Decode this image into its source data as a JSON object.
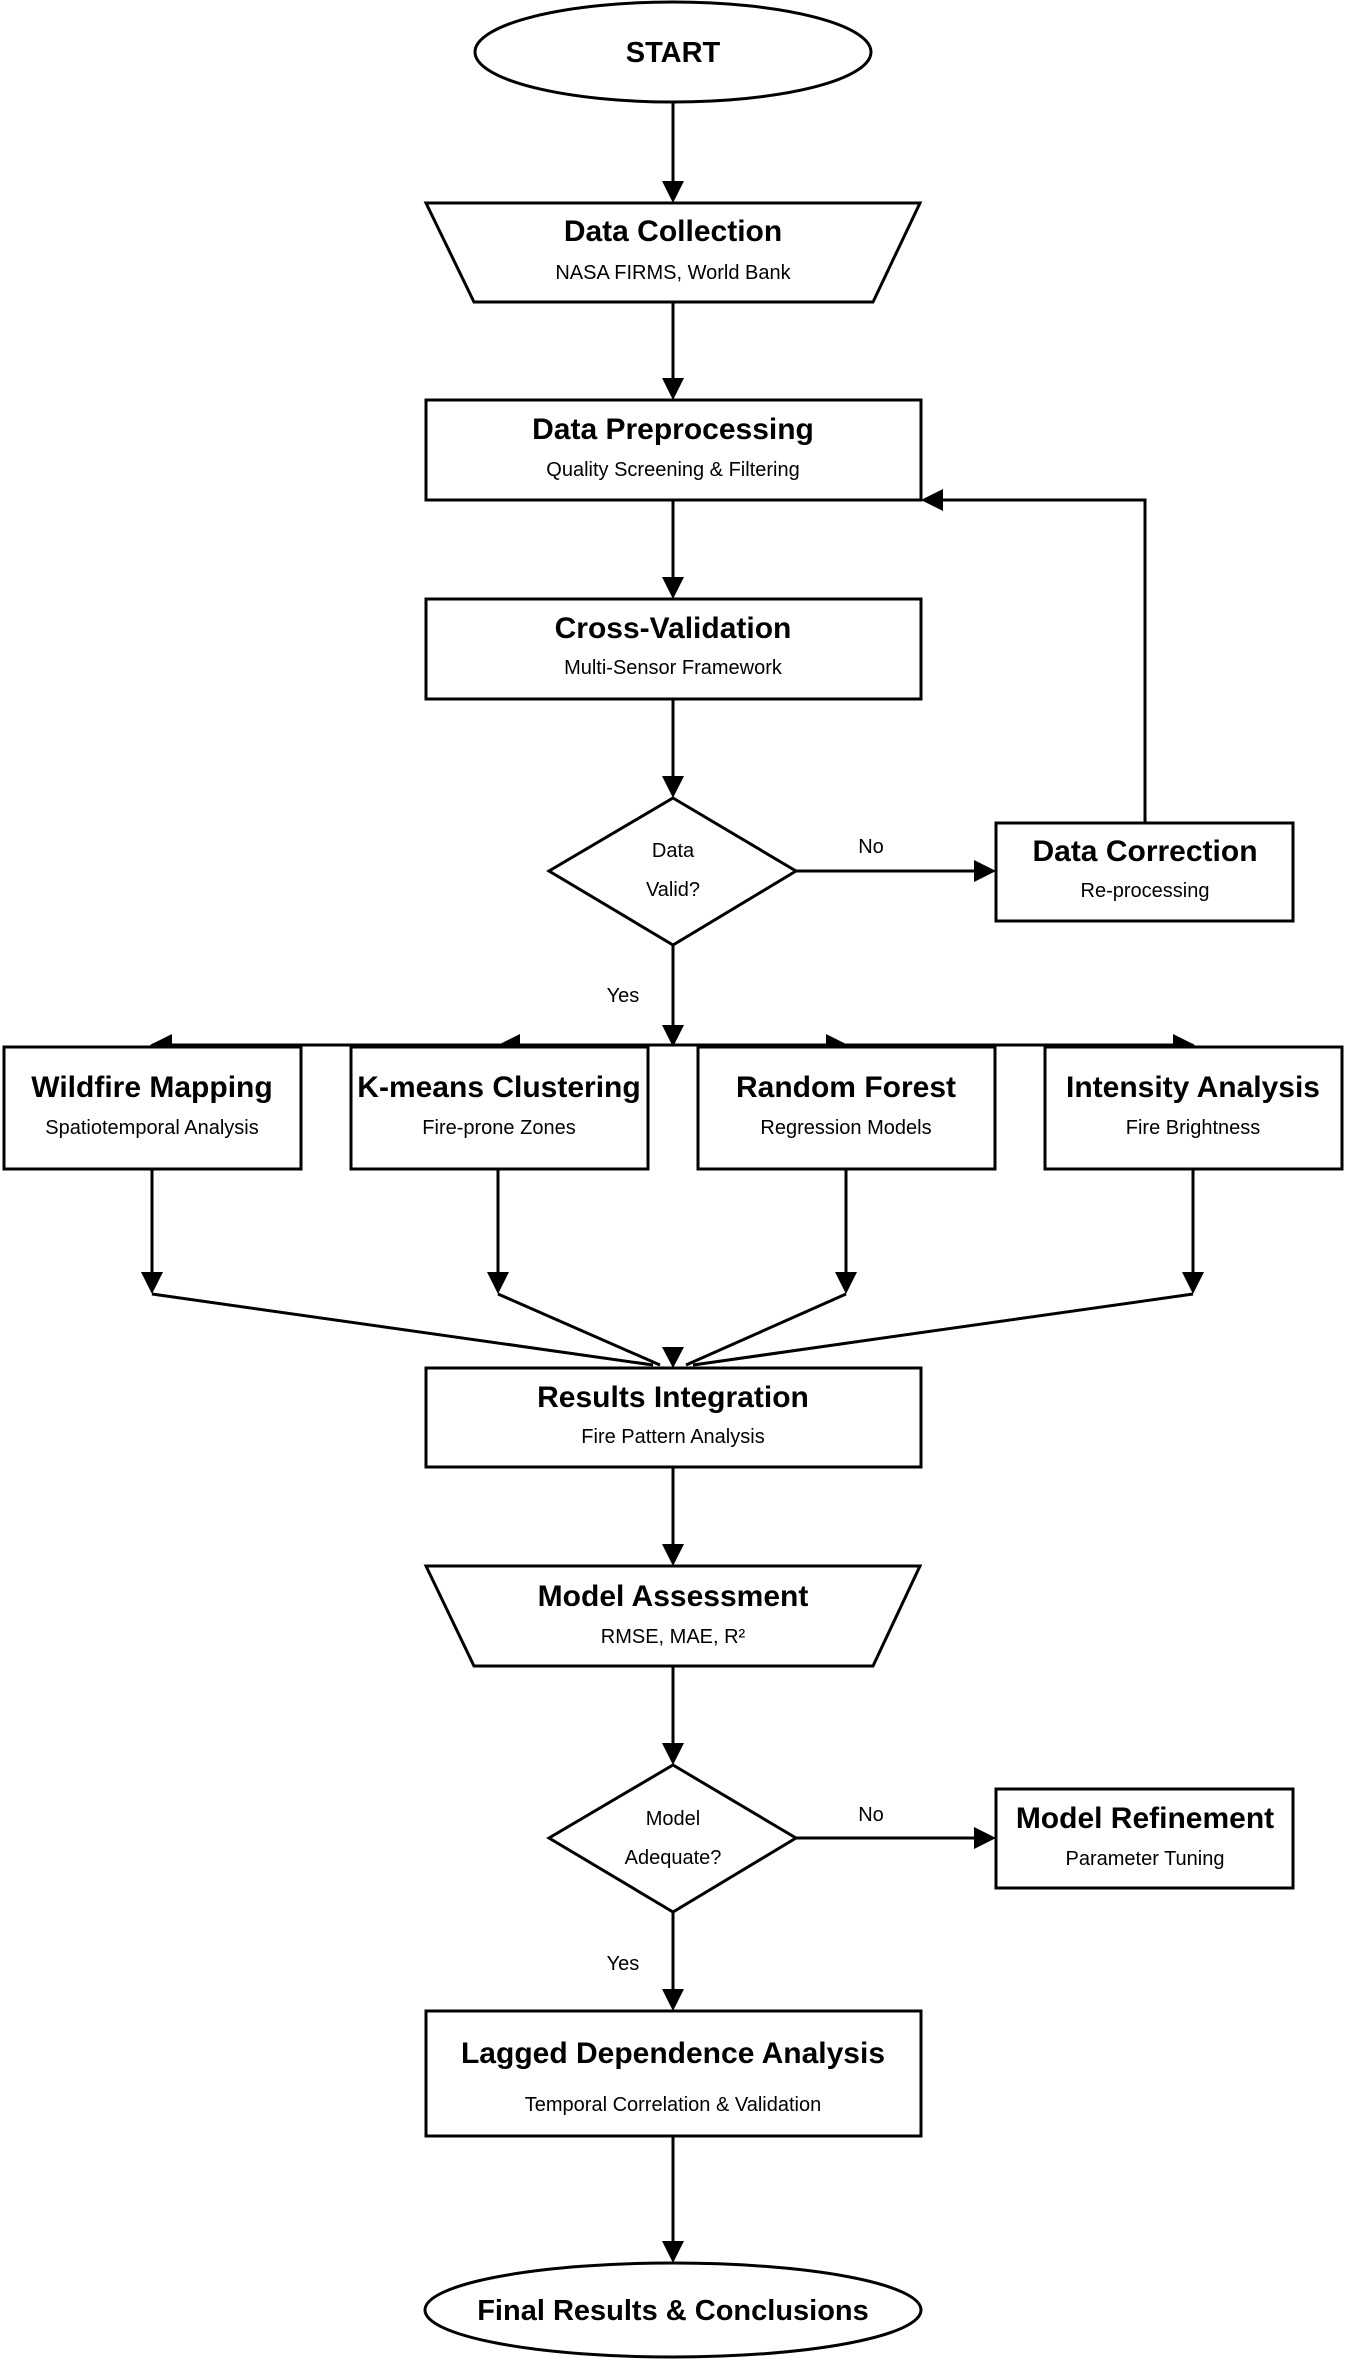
{
  "start": {
    "label": "START"
  },
  "data_collection": {
    "title": "Data Collection",
    "subtitle": "NASA FIRMS, World Bank"
  },
  "data_preprocessing": {
    "title": "Data Preprocessing",
    "subtitle": "Quality Screening & Filtering"
  },
  "cross_validation": {
    "title": "Cross-Validation",
    "subtitle": "Multi-Sensor Framework"
  },
  "data_valid": {
    "line1": "Data",
    "line2": "Valid?"
  },
  "data_correction": {
    "title": "Data Correction",
    "subtitle": "Re-processing"
  },
  "analyses": [
    {
      "title": "Wildfire Mapping",
      "subtitle": "Spatiotemporal Analysis"
    },
    {
      "title": "K-means Clustering",
      "subtitle": "Fire-prone Zones"
    },
    {
      "title": "Random Forest",
      "subtitle": "Regression Models"
    },
    {
      "title": "Intensity Analysis",
      "subtitle": "Fire Brightness"
    }
  ],
  "results_integration": {
    "title": "Results Integration",
    "subtitle": "Fire Pattern Analysis"
  },
  "model_assessment": {
    "title": "Model Assessment",
    "subtitle": "RMSE, MAE, R²"
  },
  "model_adequate": {
    "line1": "Model",
    "line2": "Adequate?"
  },
  "model_refinement": {
    "title": "Model Refinement",
    "subtitle": "Parameter Tuning"
  },
  "lagged_analysis": {
    "title": "Lagged Dependence Analysis",
    "subtitle": "Temporal Correlation & Validation"
  },
  "final": {
    "label": "Final Results & Conclusions"
  },
  "edge_labels": {
    "yes": "Yes",
    "no": "No"
  }
}
